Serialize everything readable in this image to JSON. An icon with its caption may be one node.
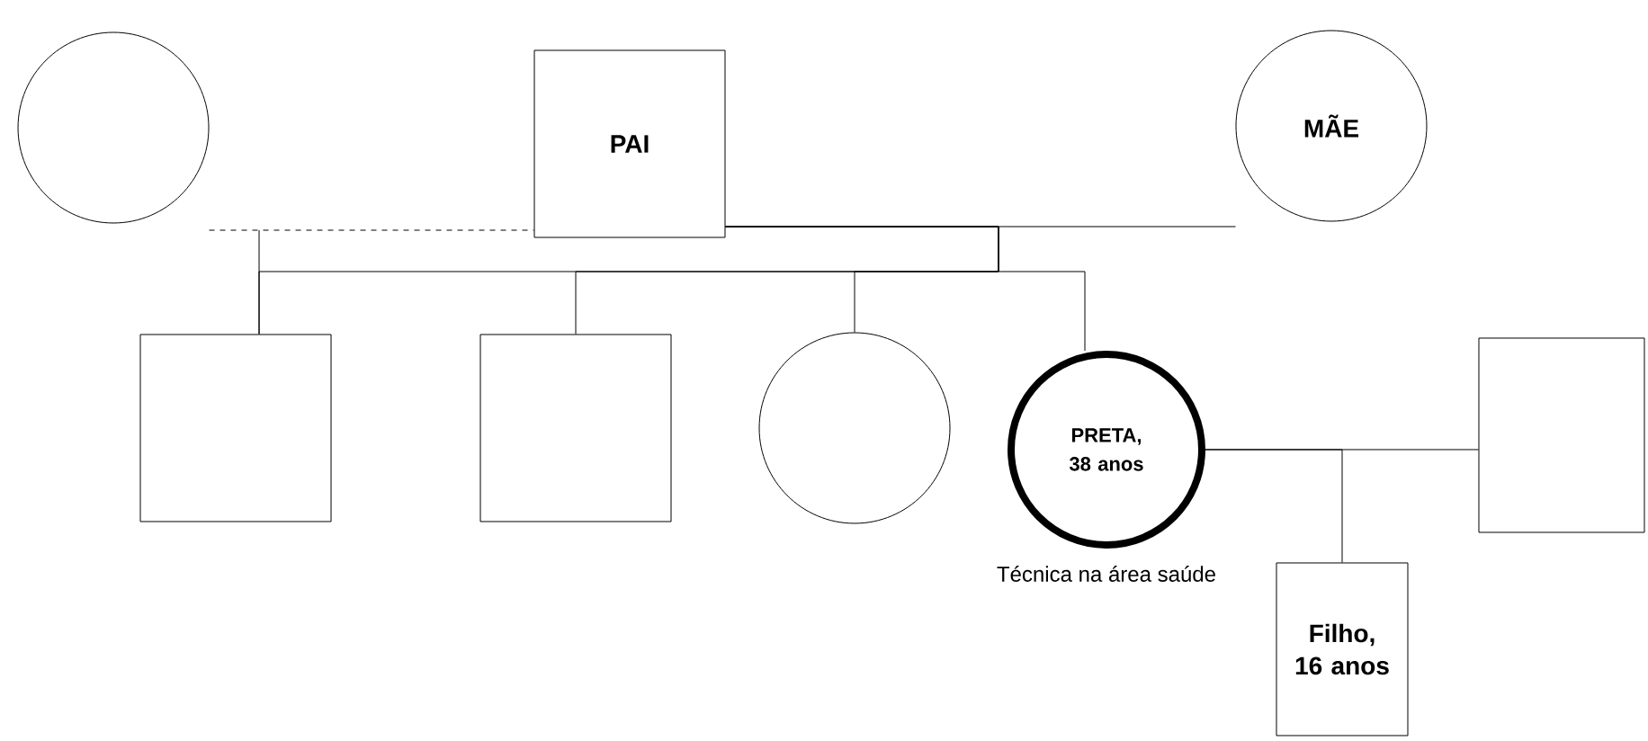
{
  "diagram": {
    "nodes": [
      {
        "text": [],
        "shape": "circle"
      },
      {
        "text": [
          "PAI"
        ]
      },
      {
        "text": [
          "MÃE"
        ]
      },
      {
        "text": [],
        "shape": "box"
      },
      {
        "text": [],
        "shape": "box"
      },
      {
        "text": [],
        "shape": "circle"
      },
      {
        "text": [
          "PRETA, 38 anos"
        ],
        "beside": [
          "Técnica na área saúde"
        ]
      },
      {
        "text": [],
        "shape": "box"
      },
      {
        "text": [
          "Filho, 16 anos"
        ]
      }
    ],
    "edges": [
      {
        "from": 0,
        "to": 1,
        "arrow": "none",
        "style": "dashed"
      },
      {
        "from": 1,
        "to": 2,
        "arrow": "none"
      },
      {
        "from": 0,
        "to": 3,
        "arrow": "none"
      },
      {
        "from": 1,
        "to": 3,
        "arrow": "none"
      },
      {
        "from": 1,
        "to": 4,
        "arrow": "none"
      },
      {
        "from": 1,
        "to": 5,
        "arrow": "none"
      },
      {
        "from": 1,
        "to": 6,
        "arrow": "none"
      },
      {
        "from": 6,
        "to": 7,
        "arrow": "none"
      },
      {
        "from": 6,
        "to": 8,
        "arrow": "none"
      }
    ]
  }
}
